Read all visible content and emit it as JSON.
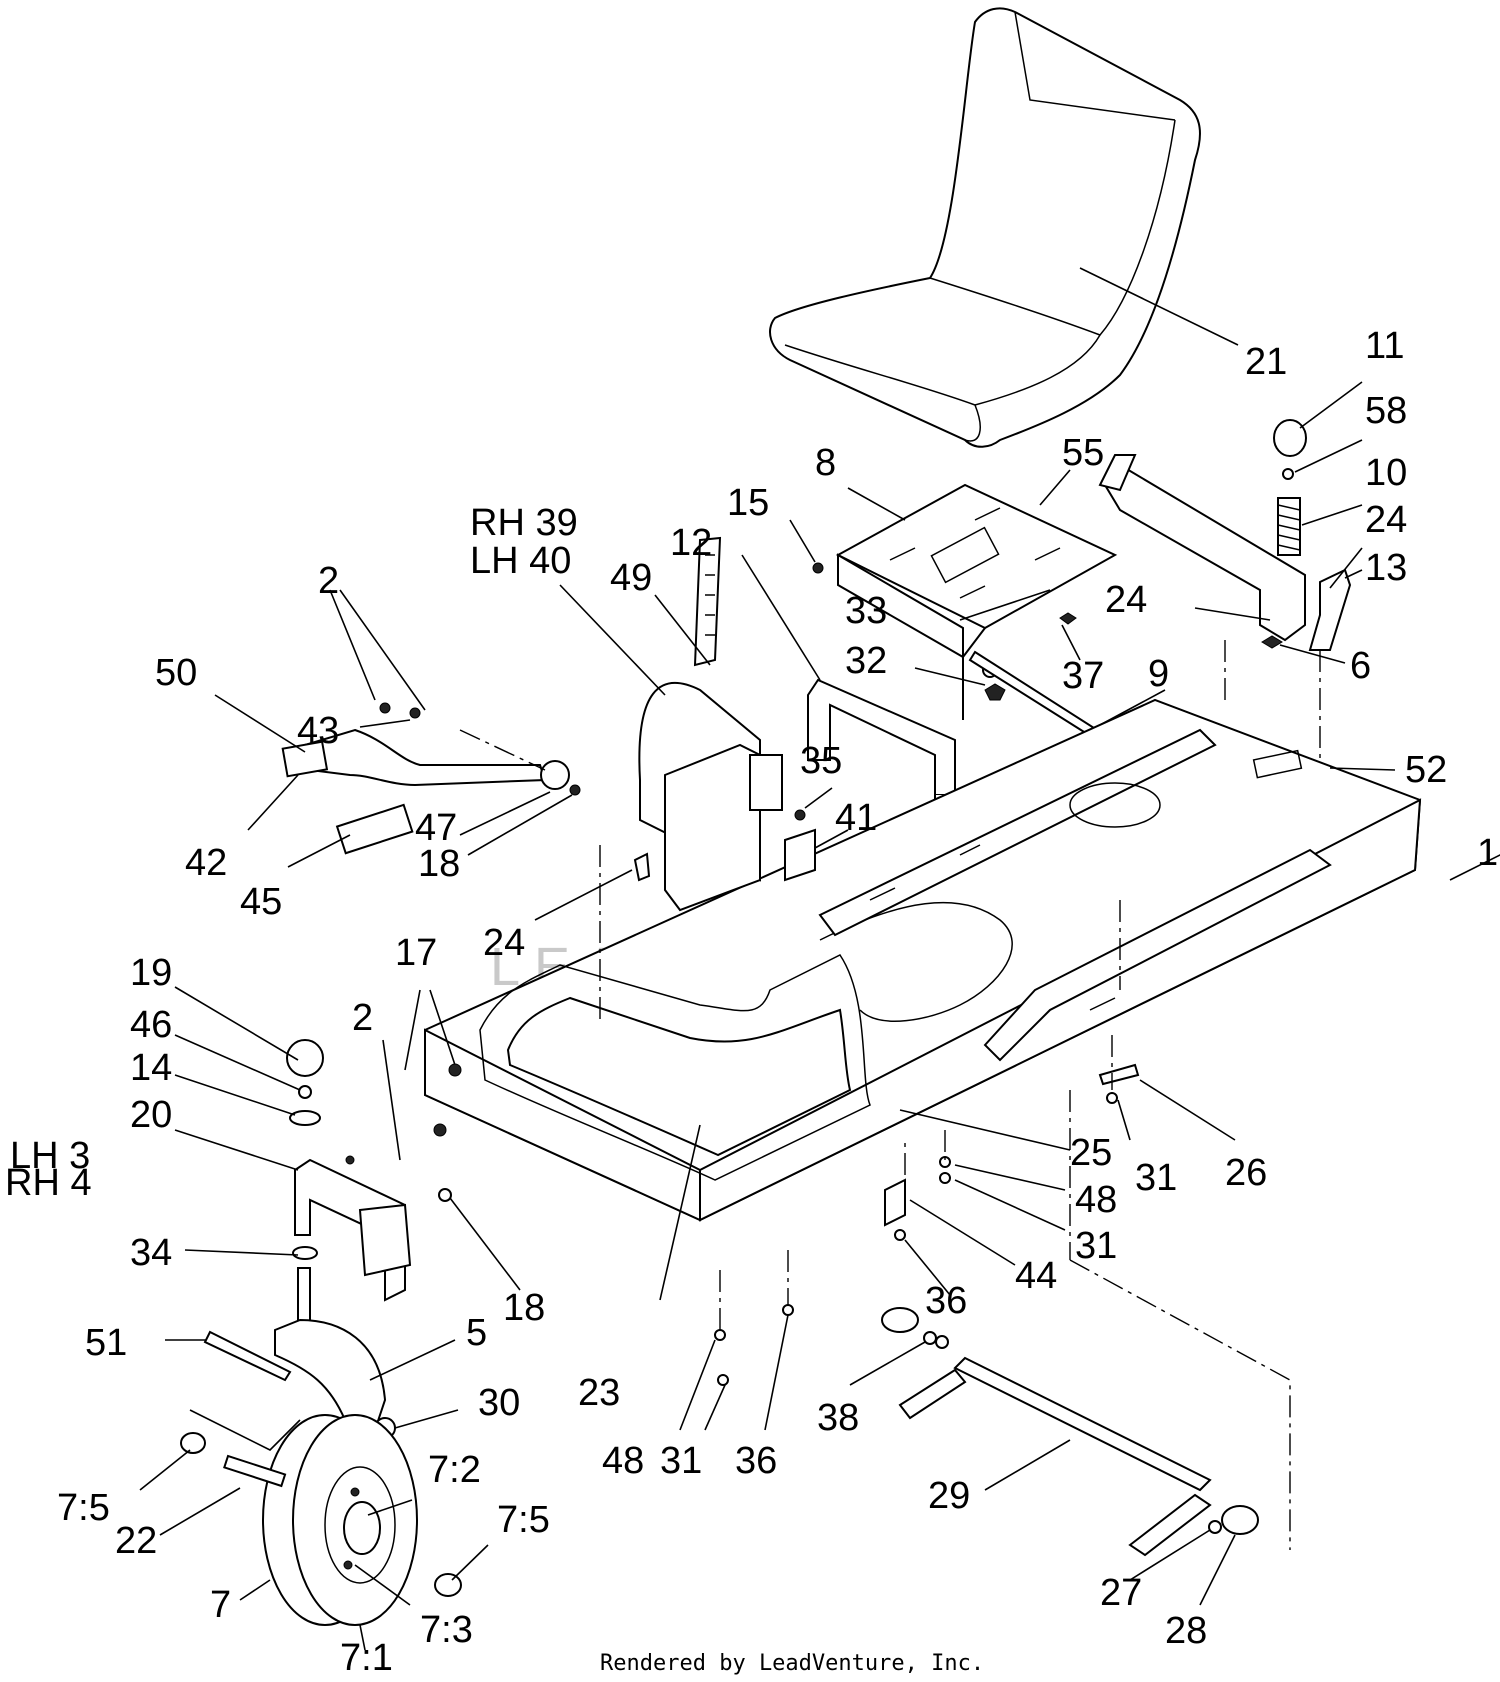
{
  "watermark": "LEADVENTURE",
  "footer": "Rendered by LeadVenture, Inc.",
  "labels": [
    {
      "key": "l21",
      "text": "21"
    },
    {
      "key": "l11",
      "text": "11"
    },
    {
      "key": "l58",
      "text": "58"
    },
    {
      "key": "l10",
      "text": "10"
    },
    {
      "key": "l24a",
      "text": "24"
    },
    {
      "key": "l13",
      "text": "13"
    },
    {
      "key": "l24b",
      "text": "24"
    },
    {
      "key": "l6",
      "text": "6"
    },
    {
      "key": "l55",
      "text": "55"
    },
    {
      "key": "l8",
      "text": "8"
    },
    {
      "key": "l15",
      "text": "15"
    },
    {
      "key": "l33",
      "text": "33"
    },
    {
      "key": "l32",
      "text": "32"
    },
    {
      "key": "l37",
      "text": "37"
    },
    {
      "key": "l9",
      "text": "9"
    },
    {
      "key": "l52",
      "text": "52"
    },
    {
      "key": "l1",
      "text": "1"
    },
    {
      "key": "l12",
      "text": "12"
    },
    {
      "key": "lrh39",
      "text": "RH 39"
    },
    {
      "key": "llh40",
      "text": "LH 40"
    },
    {
      "key": "l49",
      "text": "49"
    },
    {
      "key": "l35",
      "text": "35"
    },
    {
      "key": "l41",
      "text": "41"
    },
    {
      "key": "l2a",
      "text": "2"
    },
    {
      "key": "l50",
      "text": "50"
    },
    {
      "key": "l43",
      "text": "43"
    },
    {
      "key": "l47",
      "text": "47"
    },
    {
      "key": "l18a",
      "text": "18"
    },
    {
      "key": "l42",
      "text": "42"
    },
    {
      "key": "l45",
      "text": "45"
    },
    {
      "key": "l24c",
      "text": "24"
    },
    {
      "key": "l17",
      "text": "17"
    },
    {
      "key": "l2b",
      "text": "2"
    },
    {
      "key": "l19",
      "text": "19"
    },
    {
      "key": "l46",
      "text": "46"
    },
    {
      "key": "l14",
      "text": "14"
    },
    {
      "key": "l20",
      "text": "20"
    },
    {
      "key": "llh3",
      "text": "LH 3"
    },
    {
      "key": "lrh4",
      "text": "RH 4"
    },
    {
      "key": "l34",
      "text": "34"
    },
    {
      "key": "l18b",
      "text": "18"
    },
    {
      "key": "l51",
      "text": "51"
    },
    {
      "key": "l5",
      "text": "5"
    },
    {
      "key": "l30",
      "text": "30"
    },
    {
      "key": "l23",
      "text": "23"
    },
    {
      "key": "l25",
      "text": "25"
    },
    {
      "key": "l26",
      "text": "26"
    },
    {
      "key": "l31a",
      "text": "31"
    },
    {
      "key": "l48a",
      "text": "48"
    },
    {
      "key": "l31b",
      "text": "31"
    },
    {
      "key": "l44",
      "text": "44"
    },
    {
      "key": "l36a",
      "text": "36"
    },
    {
      "key": "l38",
      "text": "38"
    },
    {
      "key": "l48b",
      "text": "48"
    },
    {
      "key": "l31c",
      "text": "31"
    },
    {
      "key": "l36b",
      "text": "36"
    },
    {
      "key": "l29",
      "text": "29"
    },
    {
      "key": "l7_2",
      "text": "7:2"
    },
    {
      "key": "l7_5a",
      "text": "7:5"
    },
    {
      "key": "l22",
      "text": "22"
    },
    {
      "key": "l7_5b",
      "text": "7:5"
    },
    {
      "key": "l7",
      "text": "7"
    },
    {
      "key": "l7_3",
      "text": "7:3"
    },
    {
      "key": "l7_1",
      "text": "7:1"
    },
    {
      "key": "l27",
      "text": "27"
    },
    {
      "key": "l28",
      "text": "28"
    }
  ]
}
